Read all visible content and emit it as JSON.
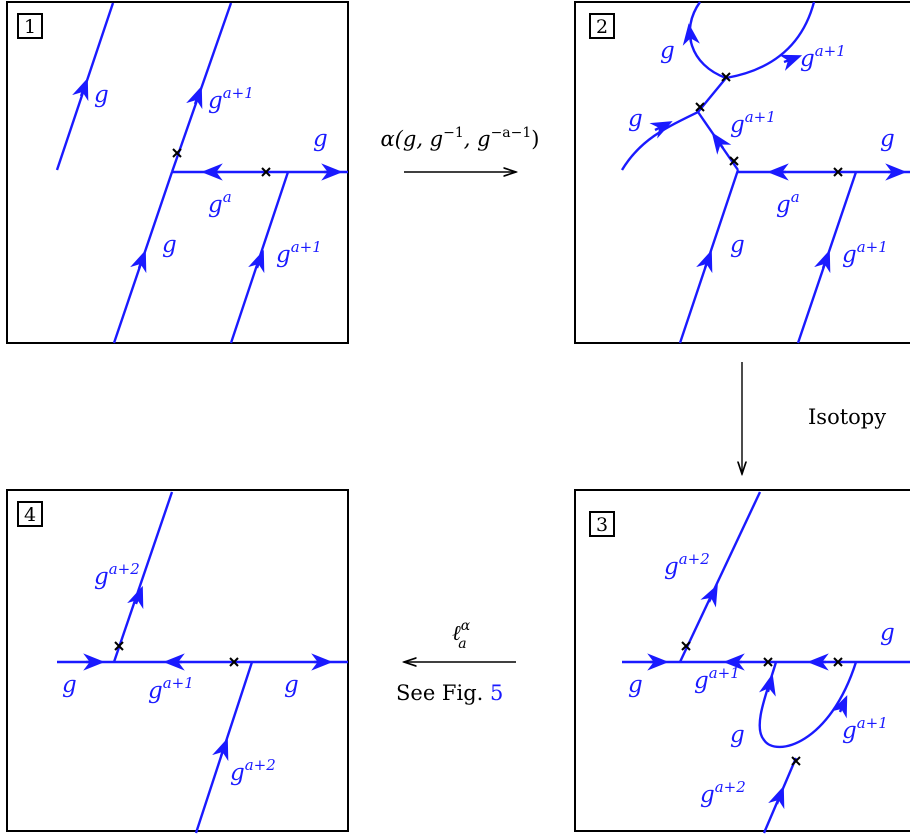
{
  "panels": [
    {
      "number": "1",
      "labels": [
        "g",
        "g",
        "g",
        "g",
        "g"
      ],
      "sups": [
        "",
        "a+1",
        "",
        "a",
        "a+1"
      ]
    },
    {
      "number": "2",
      "labels": [
        "g",
        "g",
        "g",
        "g",
        "g",
        "g",
        "g"
      ],
      "sups": [
        "",
        "a+1",
        "",
        "a+1",
        "",
        "a",
        "a+1"
      ]
    },
    {
      "number": "3",
      "labels": [
        "g",
        "g",
        "g",
        "g",
        "g",
        "g",
        "g"
      ],
      "sups": [
        "a+2",
        "",
        "",
        "a+1",
        "",
        "a+1",
        "a+2"
      ]
    },
    {
      "number": "4",
      "labels": [
        "g",
        "g",
        "g",
        "g",
        "g"
      ],
      "sups": [
        "a+2",
        "",
        "a+1",
        "",
        "a+2"
      ]
    }
  ],
  "arrows": {
    "alpha": {
      "prefix": "α(",
      "args": "g, g",
      "sup1": "−1",
      "mid": ", g",
      "sup2": "−a−1",
      "suffix": ")"
    },
    "isotopy": "Isotopy",
    "ell": {
      "base": "ℓ",
      "sup": "α",
      "sub": "a"
    },
    "see_fig": {
      "text": "See Fig.",
      "ref": "5"
    }
  },
  "colors": {
    "wire": "#1a1aff",
    "frame": "#000000"
  }
}
